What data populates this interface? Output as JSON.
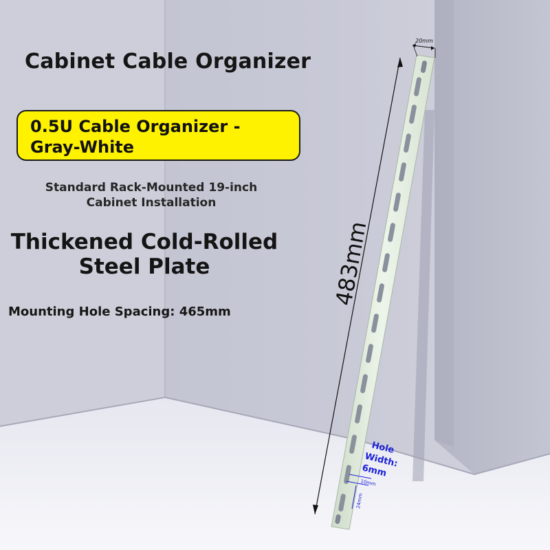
{
  "title": "Cabinet Cable Organizer",
  "badge": {
    "line1": "0.5U Cable Organizer -",
    "line2": "Gray-White"
  },
  "subtitle": {
    "line1": "Standard Rack-Mounted 19-inch",
    "line2": "Cabinet Installation"
  },
  "material": {
    "line1": "Thickened Cold-Rolled",
    "line2": "Steel Plate"
  },
  "hole_spacing": "Mounting Hole Spacing: 465mm",
  "dimensions": {
    "width_label": "20mm",
    "length_label": "483mm",
    "hole_width_line1": "Hole",
    "hole_width_line2": "Width:",
    "hole_width_line3": "6mm",
    "small_gap": "10mm",
    "slot_length": "24mm"
  },
  "colors": {
    "badge_bg": "#fff200",
    "wall": "#c9cad6",
    "floor": "#f2f3f8",
    "bar": "#e3efdf",
    "annotation_blue": "#1d22d6"
  }
}
